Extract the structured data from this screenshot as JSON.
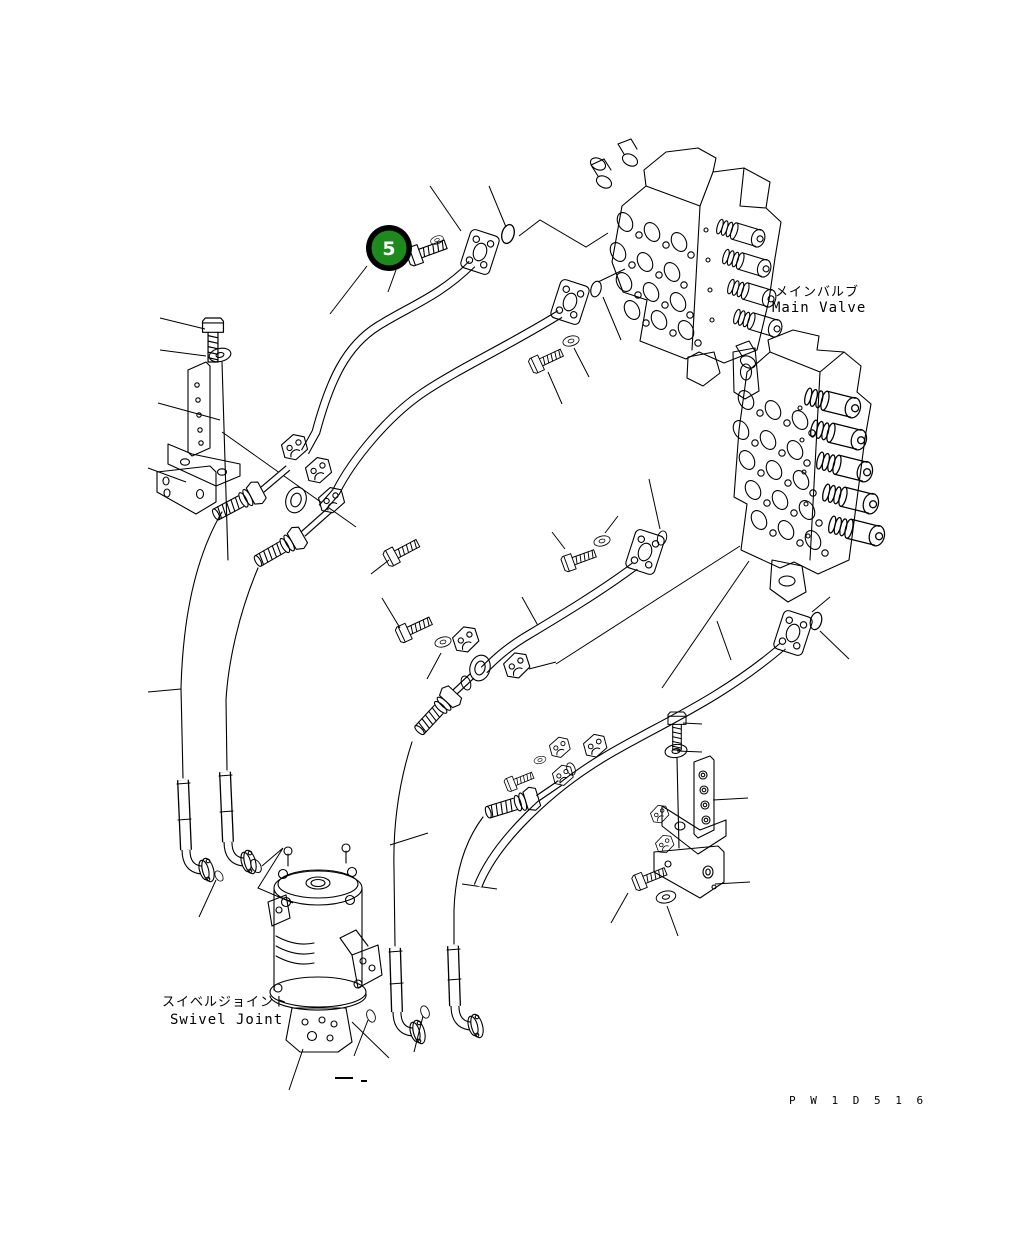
{
  "page": {
    "background": "#ffffff",
    "line_color": "#000000"
  },
  "labels": {
    "main_valve_jp": "メインバルブ",
    "main_valve_en": "Main Valve",
    "swivel_joint_jp": "スイベルジョイント",
    "swivel_joint_en": "Swivel Joint",
    "drawing_code": "P W 1 D 5 1 6"
  },
  "balloon": {
    "number": "5",
    "fill": "#1e8a1e",
    "ring_color": "#000000",
    "text_color": "#ffffff"
  },
  "parts": [
    {
      "name": "main-valve-block-upper"
    },
    {
      "name": "main-valve-block-lower"
    },
    {
      "name": "swivel-joint-assembly"
    },
    {
      "name": "flanged-tube-1"
    },
    {
      "name": "flanged-tube-2"
    },
    {
      "name": "flanged-tube-3"
    },
    {
      "name": "flanged-tube-4"
    },
    {
      "name": "hose-left-1"
    },
    {
      "name": "hose-left-2"
    },
    {
      "name": "hose-middle-1"
    },
    {
      "name": "hose-middle-2"
    },
    {
      "name": "mounting-bracket-left-upper"
    },
    {
      "name": "mounting-bracket-left-lower"
    },
    {
      "name": "mounting-bracket-right-upper"
    },
    {
      "name": "mounting-bracket-right-lower"
    },
    {
      "name": "bolts"
    },
    {
      "name": "washers"
    },
    {
      "name": "o-rings"
    },
    {
      "name": "pipe-clamps"
    }
  ]
}
